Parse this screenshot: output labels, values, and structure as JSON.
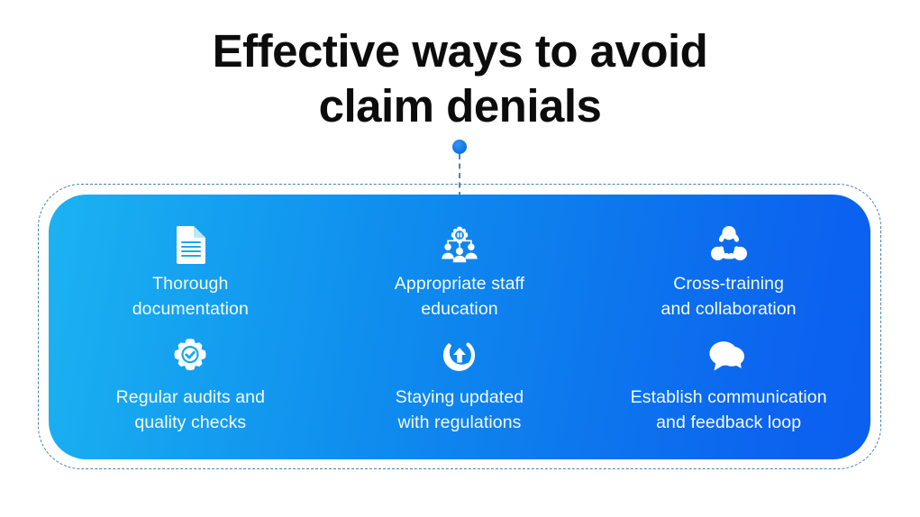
{
  "title": {
    "line1": "Effective ways to avoid",
    "line2": "claim denials"
  },
  "colors": {
    "title_text": "#0c0c0c",
    "card_gradient_start": "#1CB3F1",
    "card_gradient_end": "#0B5FF0",
    "connector_dot": "#1279E8",
    "dashed_border": "#3A7CA8",
    "item_label_text": "#F3FBFF",
    "icon_fill": "#FFFFFF",
    "page_background": "#FFFFFF"
  },
  "connector": {
    "dot_name": "connector-dot",
    "stem_style": "dashed"
  },
  "card": {
    "items": [
      {
        "icon": "document-icon",
        "label": "Thorough\ndocumentation",
        "label_line1": "Thorough",
        "label_line2": "documentation"
      },
      {
        "icon": "staff-training-gear-icon",
        "label": "Appropriate staff\neducation",
        "label_line1": "Appropriate staff",
        "label_line2": "education"
      },
      {
        "icon": "collaboration-network-icon",
        "label": "Cross-training\nand collaboration",
        "label_line1": "Cross-training",
        "label_line2": "and collaboration"
      },
      {
        "icon": "gear-check-icon",
        "label": "Regular audits and\nquality checks",
        "label_line1": "Regular audits and",
        "label_line2": "quality checks"
      },
      {
        "icon": "update-arrow-circle-icon",
        "label": "Staying updated\nwith regulations",
        "label_line1": "Staying updated",
        "label_line2": "with regulations"
      },
      {
        "icon": "chat-bubbles-icon",
        "label": "Establish communication\nand feedback loop",
        "label_line1": "Establish communication",
        "label_line2": "and feedback loop"
      }
    ]
  }
}
